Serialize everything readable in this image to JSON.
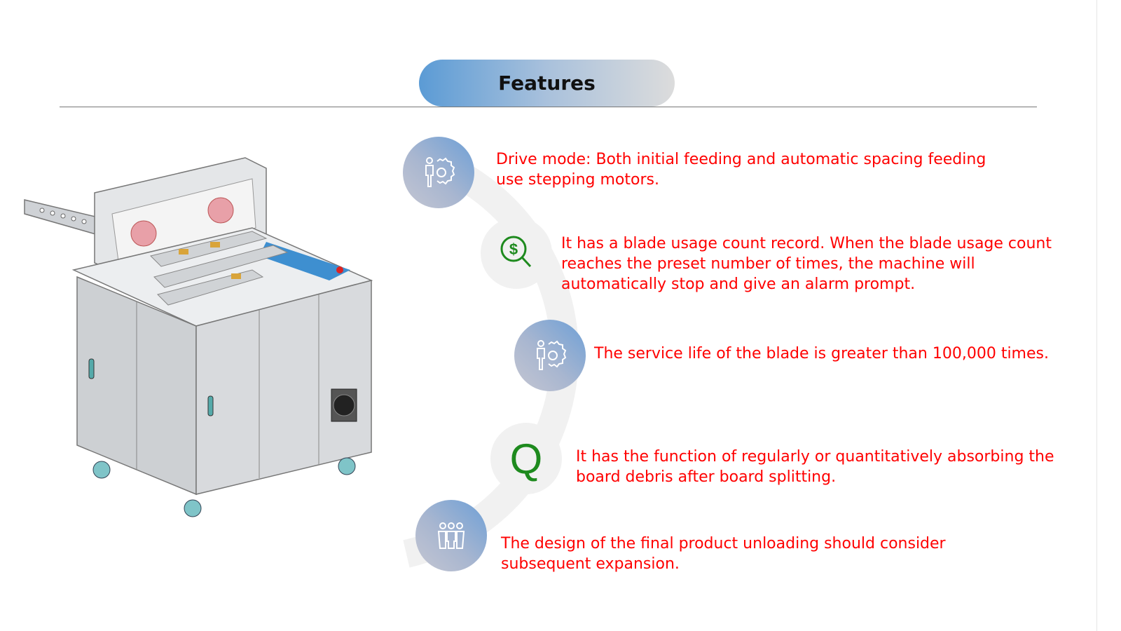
{
  "header": {
    "title": "Features"
  },
  "features": [
    {
      "icon": "person-gear-icon",
      "text_line1": "Drive mode:  Both initial feeding and automatic spacing feeding",
      "text_line2": "use stepping motors."
    },
    {
      "icon": "dollar-search-icon",
      "text_line1": "It has a blade usage count record. When the blade usage count",
      "text_line2": "reaches the preset number of times, the machine will",
      "text_line3": "automatically stop and give an alarm prompt."
    },
    {
      "icon": "person-gear-icon",
      "text_line1": "The service life of the blade is greater than 100,000 times."
    },
    {
      "icon": "q-letter-icon",
      "icon_text": "Q",
      "text_line1": "It has the function of regularly or quantitatively absorbing the",
      "text_line2": "board debris after board splitting."
    },
    {
      "icon": "team-icon",
      "text_line1": "The design of the final product unloading should consider",
      "text_line2": "subsequent expansion."
    }
  ],
  "colors": {
    "accent": "#5b9bd5",
    "text": "#ff0000",
    "icon_green": "#1e8a1e"
  }
}
